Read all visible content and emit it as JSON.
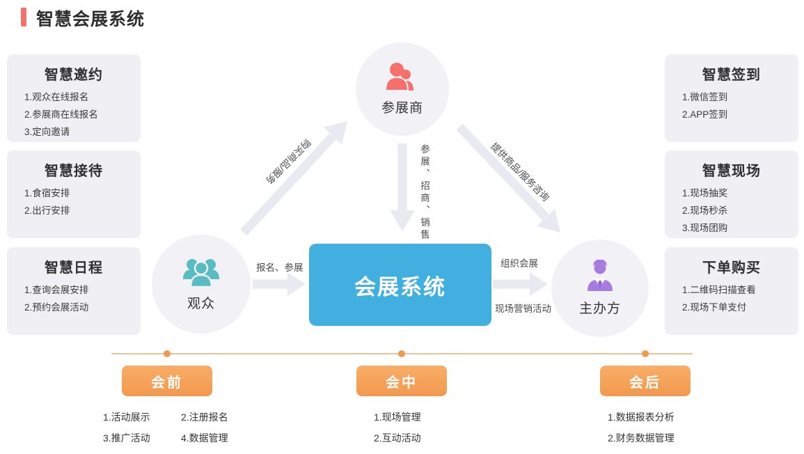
{
  "page": {
    "title": "智慧会展系统"
  },
  "colors": {
    "accent_pink": "#f4726e",
    "system_blue": "#41b0e1",
    "exhibitor_icon": "#f7706c",
    "audience_icon": "#58bcc3",
    "organizer_icon": "#a77ce1",
    "phase_orange": "#f2994d",
    "box_gray": "#f0eff3",
    "arrow_gray": "#e9e9f1"
  },
  "left_boxes": [
    {
      "title": "智慧邀约",
      "items": [
        "1.观众在线报名",
        "2.参展商在线报名",
        "3.定向邀请"
      ]
    },
    {
      "title": "智慧接待",
      "items": [
        "1.食宿安排",
        "2.出行安排"
      ]
    },
    {
      "title": "智慧日程",
      "items": [
        "1.查询会展安排",
        "2.预约会展活动"
      ]
    }
  ],
  "right_boxes": [
    {
      "title": "智慧签到",
      "items": [
        "1.微信签到",
        "2.APP签到"
      ]
    },
    {
      "title": "智慧现场",
      "items": [
        "1.现场抽奖",
        "2.现场秒杀",
        "3.现场团购"
      ]
    },
    {
      "title": "下单购买",
      "items": [
        "1.二维码扫描查看",
        "2.现场下单支付"
      ]
    }
  ],
  "nodes": {
    "exhibitor": {
      "label": "参展商",
      "icon": "two-people-icon"
    },
    "audience": {
      "label": "观众",
      "icon": "group-people-icon"
    },
    "organizer": {
      "label": "主办方",
      "icon": "businessman-icon"
    },
    "system": {
      "label": "会展系统"
    }
  },
  "edges": {
    "audience_to_system": "报名、参展",
    "exhibitor_to_system": "参展、招商、销售",
    "audience_to_exhibitor": "购买商品/服务",
    "exhibitor_to_organizer": "提供商品/服务咨询",
    "system_to_organizer_top": "组织会展",
    "system_to_organizer_bottom": "现场营销活动"
  },
  "timeline": {
    "phases": [
      {
        "label": "会前",
        "items": [
          "1.活动展示",
          "2.注册报名",
          "3.推广活动",
          "4.数据管理"
        ]
      },
      {
        "label": "会中",
        "items": [
          "1.现场管理",
          "2.互动活动"
        ]
      },
      {
        "label": "会后",
        "items": [
          "1.数据报表分析",
          "2.财务数据管理"
        ]
      }
    ]
  }
}
